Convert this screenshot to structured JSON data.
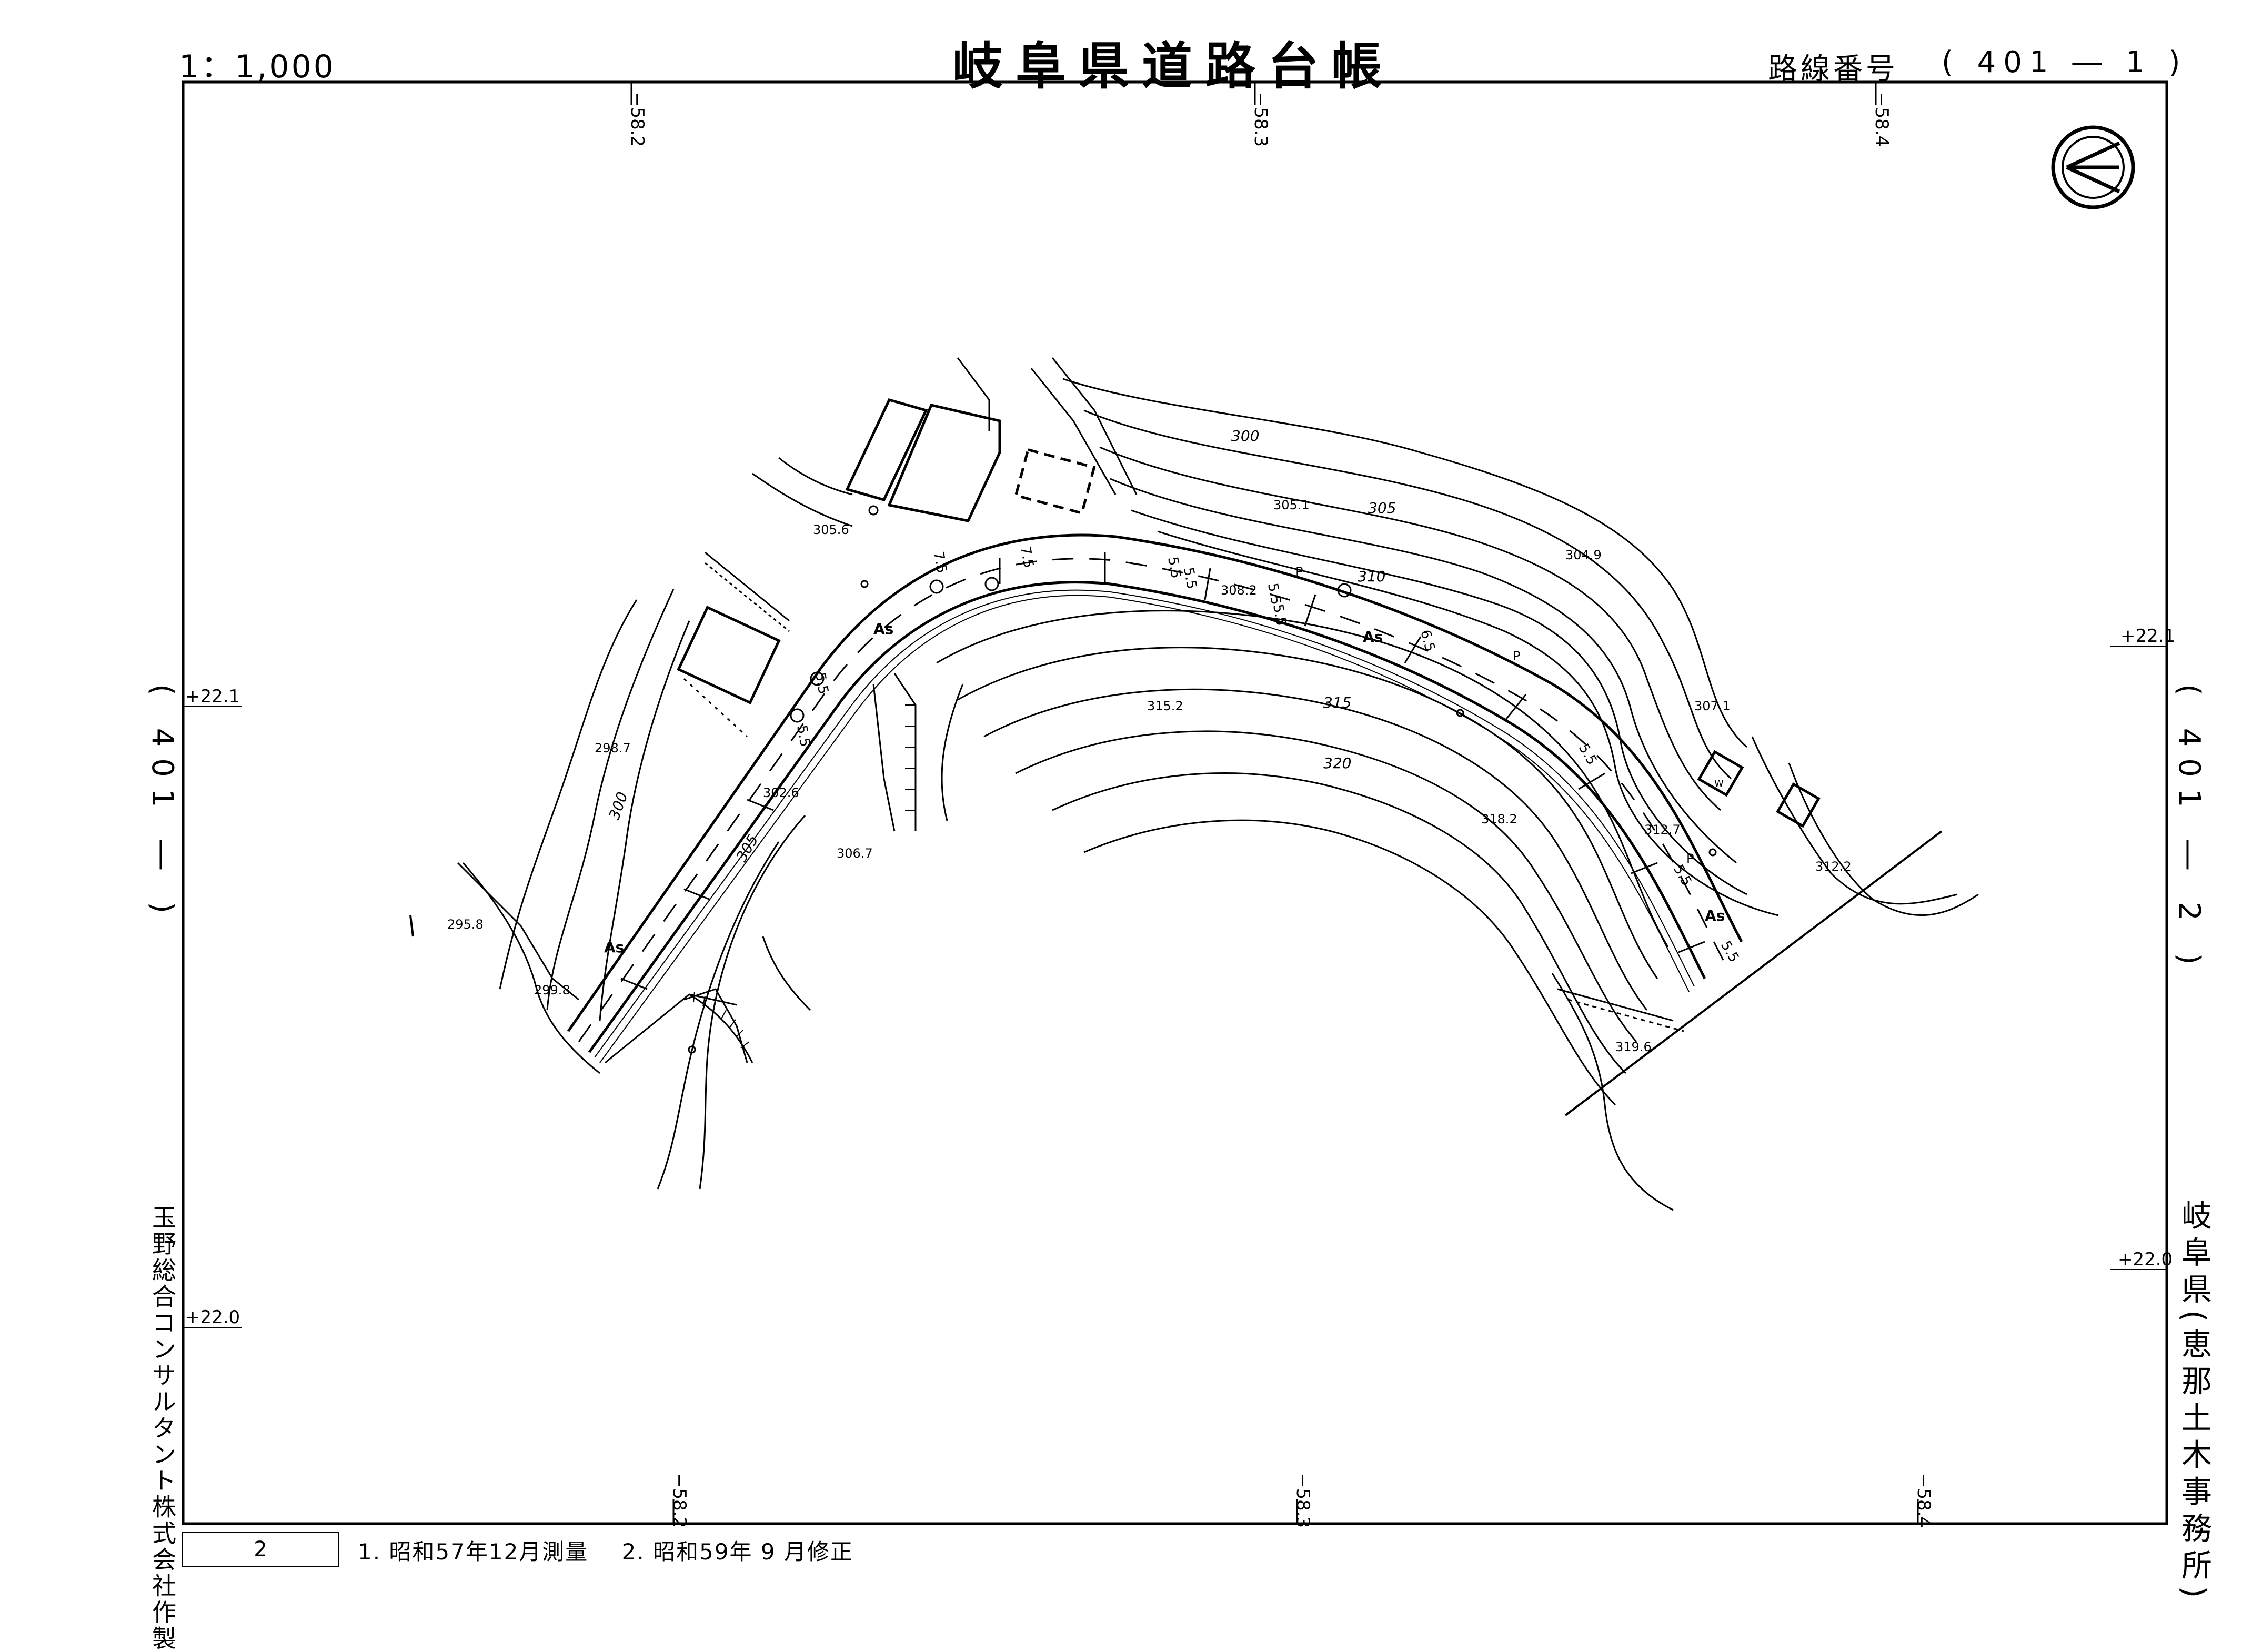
{
  "header": {
    "scale": "1：1,000",
    "title": "岐阜県道路台帳",
    "route_label": "路線番号",
    "route_value": "( 401 ― 1 )"
  },
  "side": {
    "left_route": "( 401 ― )",
    "right_route": "( 401 ― 2 )",
    "maker": "玉野総合コンサルタント株式会社作製",
    "office": "岐阜県(恵那土木事務所)"
  },
  "footer": {
    "page_no": "2",
    "note1": "1. 昭和57年12月測量",
    "note2": "2. 昭和59年 9 月修正"
  },
  "grid": {
    "top": [
      "−58.2",
      "−58.3",
      "−58.4"
    ],
    "bottom": [
      "−58.2",
      "−58.3",
      "−58.4"
    ],
    "left": [
      "+22.1",
      "+22.0"
    ],
    "right": [
      "+22.1",
      "+22.0"
    ]
  },
  "map": {
    "north_arrow": "north-arrow-icon",
    "elevations": [
      "305.6",
      "305.1",
      "304.9",
      "308.2",
      "307.1",
      "298.7",
      "302.6",
      "315.2",
      "318.2",
      "312.7",
      "312.2",
      "306.7",
      "295.8",
      "299.8",
      "319.6"
    ],
    "contours": [
      "300",
      "305",
      "310",
      "315",
      "320",
      "300",
      "305"
    ],
    "surface": [
      "As",
      "As",
      "As",
      "As"
    ],
    "widths": [
      "5.5",
      "5.5",
      "5.5",
      "6.5",
      "5.5",
      "5.5",
      "5.5",
      "5.5",
      "7.5",
      "5.5",
      "7.5",
      "5.5"
    ],
    "markers": [
      "P",
      "P",
      "P",
      "W"
    ]
  }
}
